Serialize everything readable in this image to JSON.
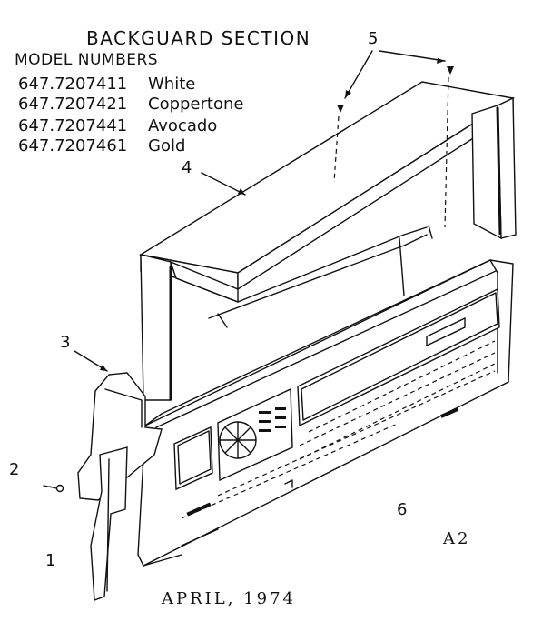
{
  "title": "BACKGUARD SECTION",
  "models_heading": "MODEL NUMBERS",
  "models": [
    {
      "number": "647.7207411",
      "color": "White"
    },
    {
      "number": "647.7207421",
      "color": "Coppertone"
    },
    {
      "number": "647.7207441",
      "color": "Avocado"
    },
    {
      "number": "647.7207461",
      "color": "Gold"
    }
  ],
  "callouts": {
    "c1": "1",
    "c2": "2",
    "c3": "3",
    "c4": "4",
    "c5": "5",
    "c6": "6"
  },
  "code": "A2",
  "date": "APRIL, 1974"
}
